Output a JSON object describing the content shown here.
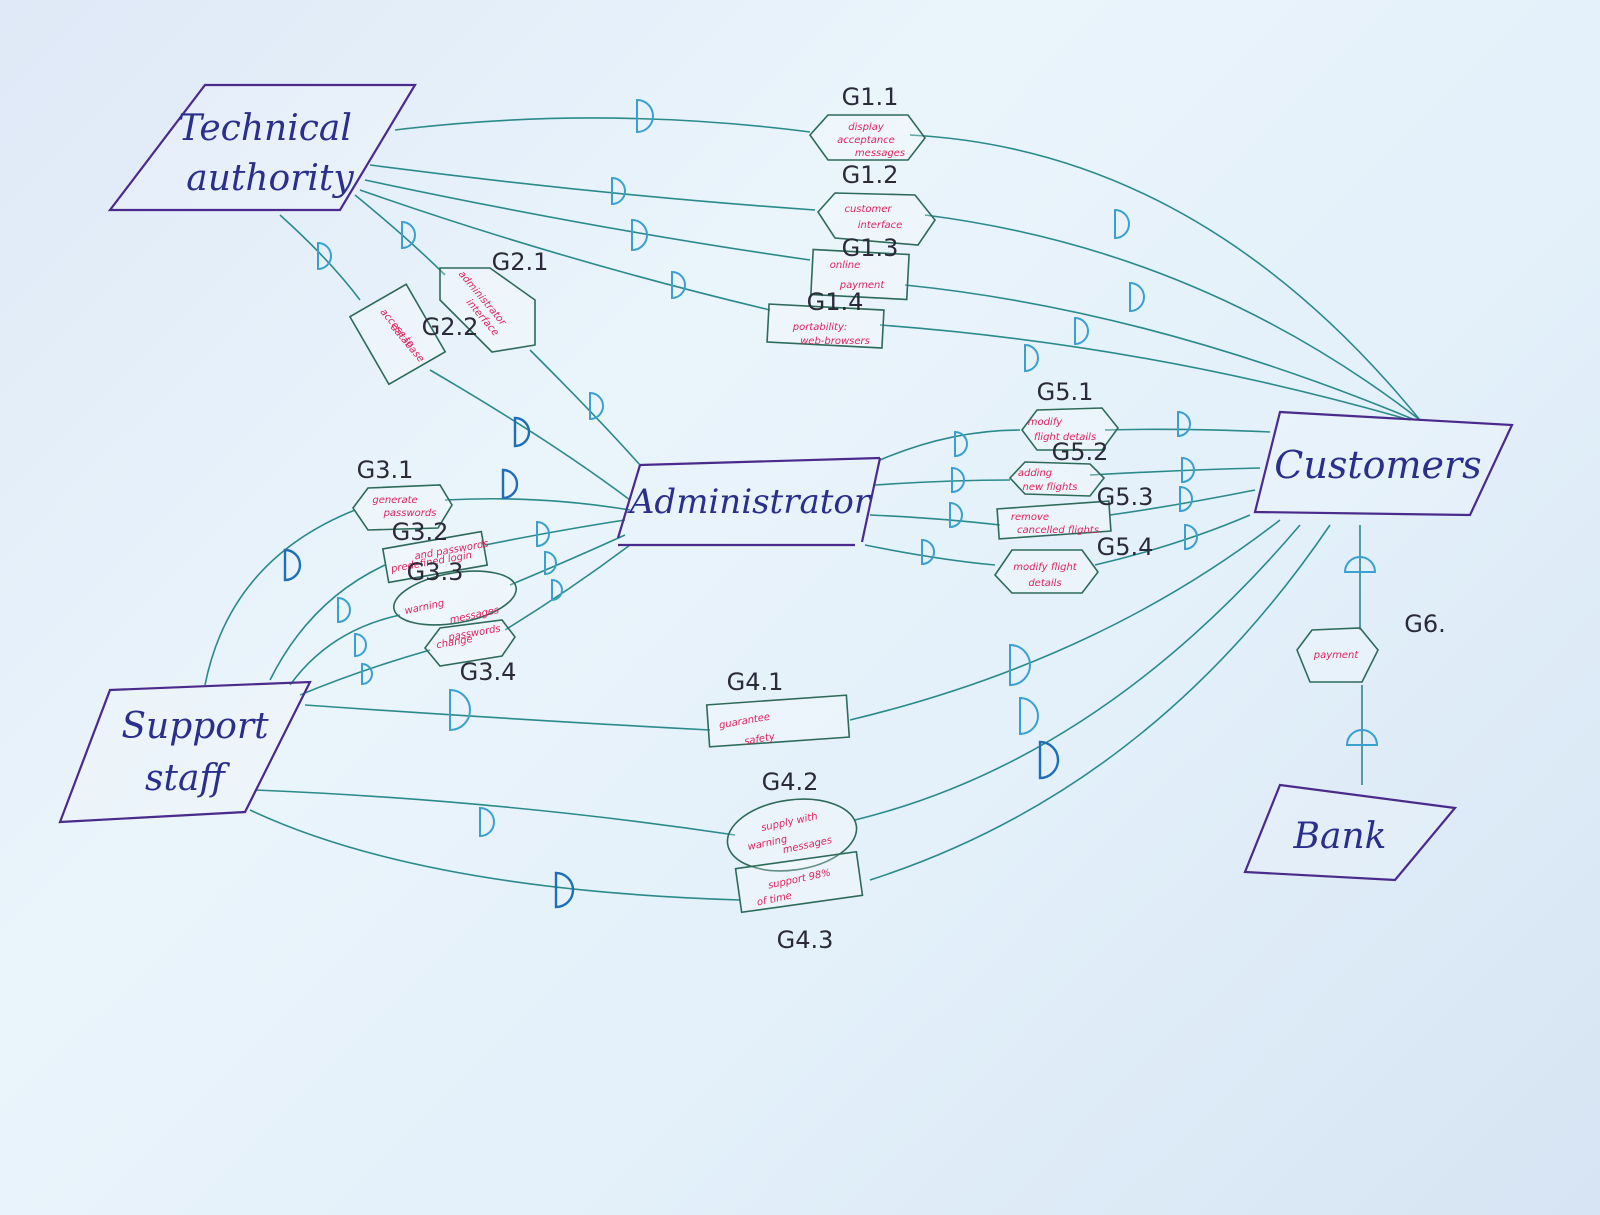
{
  "actors": {
    "technical_authority": [
      "Technical",
      "authority"
    ],
    "support_staff": [
      "Support",
      "staff"
    ],
    "administrator": [
      "Administrator"
    ],
    "customers": [
      "Customers"
    ],
    "bank": [
      "Bank"
    ]
  },
  "goals": {
    "g1_1": {
      "id": "G1.1",
      "text": [
        "display",
        "acceptance",
        "messages"
      ]
    },
    "g1_2": {
      "id": "G1.2",
      "text": [
        "customer",
        "interface"
      ]
    },
    "g1_3": {
      "id": "G1.3",
      "text": [
        "online",
        "payment"
      ]
    },
    "g1_4": {
      "id": "G1.4",
      "text": [
        "portability:",
        "web-browsers"
      ]
    },
    "g2_1": {
      "id": "G2.1",
      "text": [
        "administrator",
        "interface"
      ]
    },
    "g2_2": {
      "id": "G2.2",
      "text": [
        "access to",
        "database"
      ]
    },
    "g3_1": {
      "id": "G3.1",
      "text": [
        "generate",
        "passwords"
      ]
    },
    "g3_2": {
      "id": "G3.2",
      "text": [
        "predefined login",
        "and passwords"
      ]
    },
    "g3_3": {
      "id": "G3.3",
      "text": [
        "warning",
        "messages"
      ]
    },
    "g3_4": {
      "id": "G3.4",
      "text": [
        "change",
        "passwords"
      ]
    },
    "g4_1": {
      "id": "G4.1",
      "text": [
        "guarantee",
        "safety"
      ]
    },
    "g4_2": {
      "id": "G4.2",
      "text": [
        "supply with",
        "warning",
        "messages"
      ]
    },
    "g4_3": {
      "id": "G4.3",
      "text": [
        "support 98%",
        "of time"
      ]
    },
    "g5_1": {
      "id": "G5.1",
      "text": [
        "modify",
        "flight details"
      ]
    },
    "g5_2": {
      "id": "G5.2",
      "text": [
        "adding",
        "new flights"
      ]
    },
    "g5_3": {
      "id": "G5.3",
      "text": [
        "remove",
        "cancelled flights"
      ]
    },
    "g5_4": {
      "id": "G5.4",
      "text": [
        "modify flight",
        "details"
      ]
    },
    "g6": {
      "id": "G6.",
      "text": [
        "payment"
      ]
    }
  },
  "colors": {
    "actor_ink": "#2b2f8c",
    "goal_text_ink": "#e0245e",
    "dependency_line": "#2a8a8a",
    "dependency_mark": "#3aa0d0"
  }
}
